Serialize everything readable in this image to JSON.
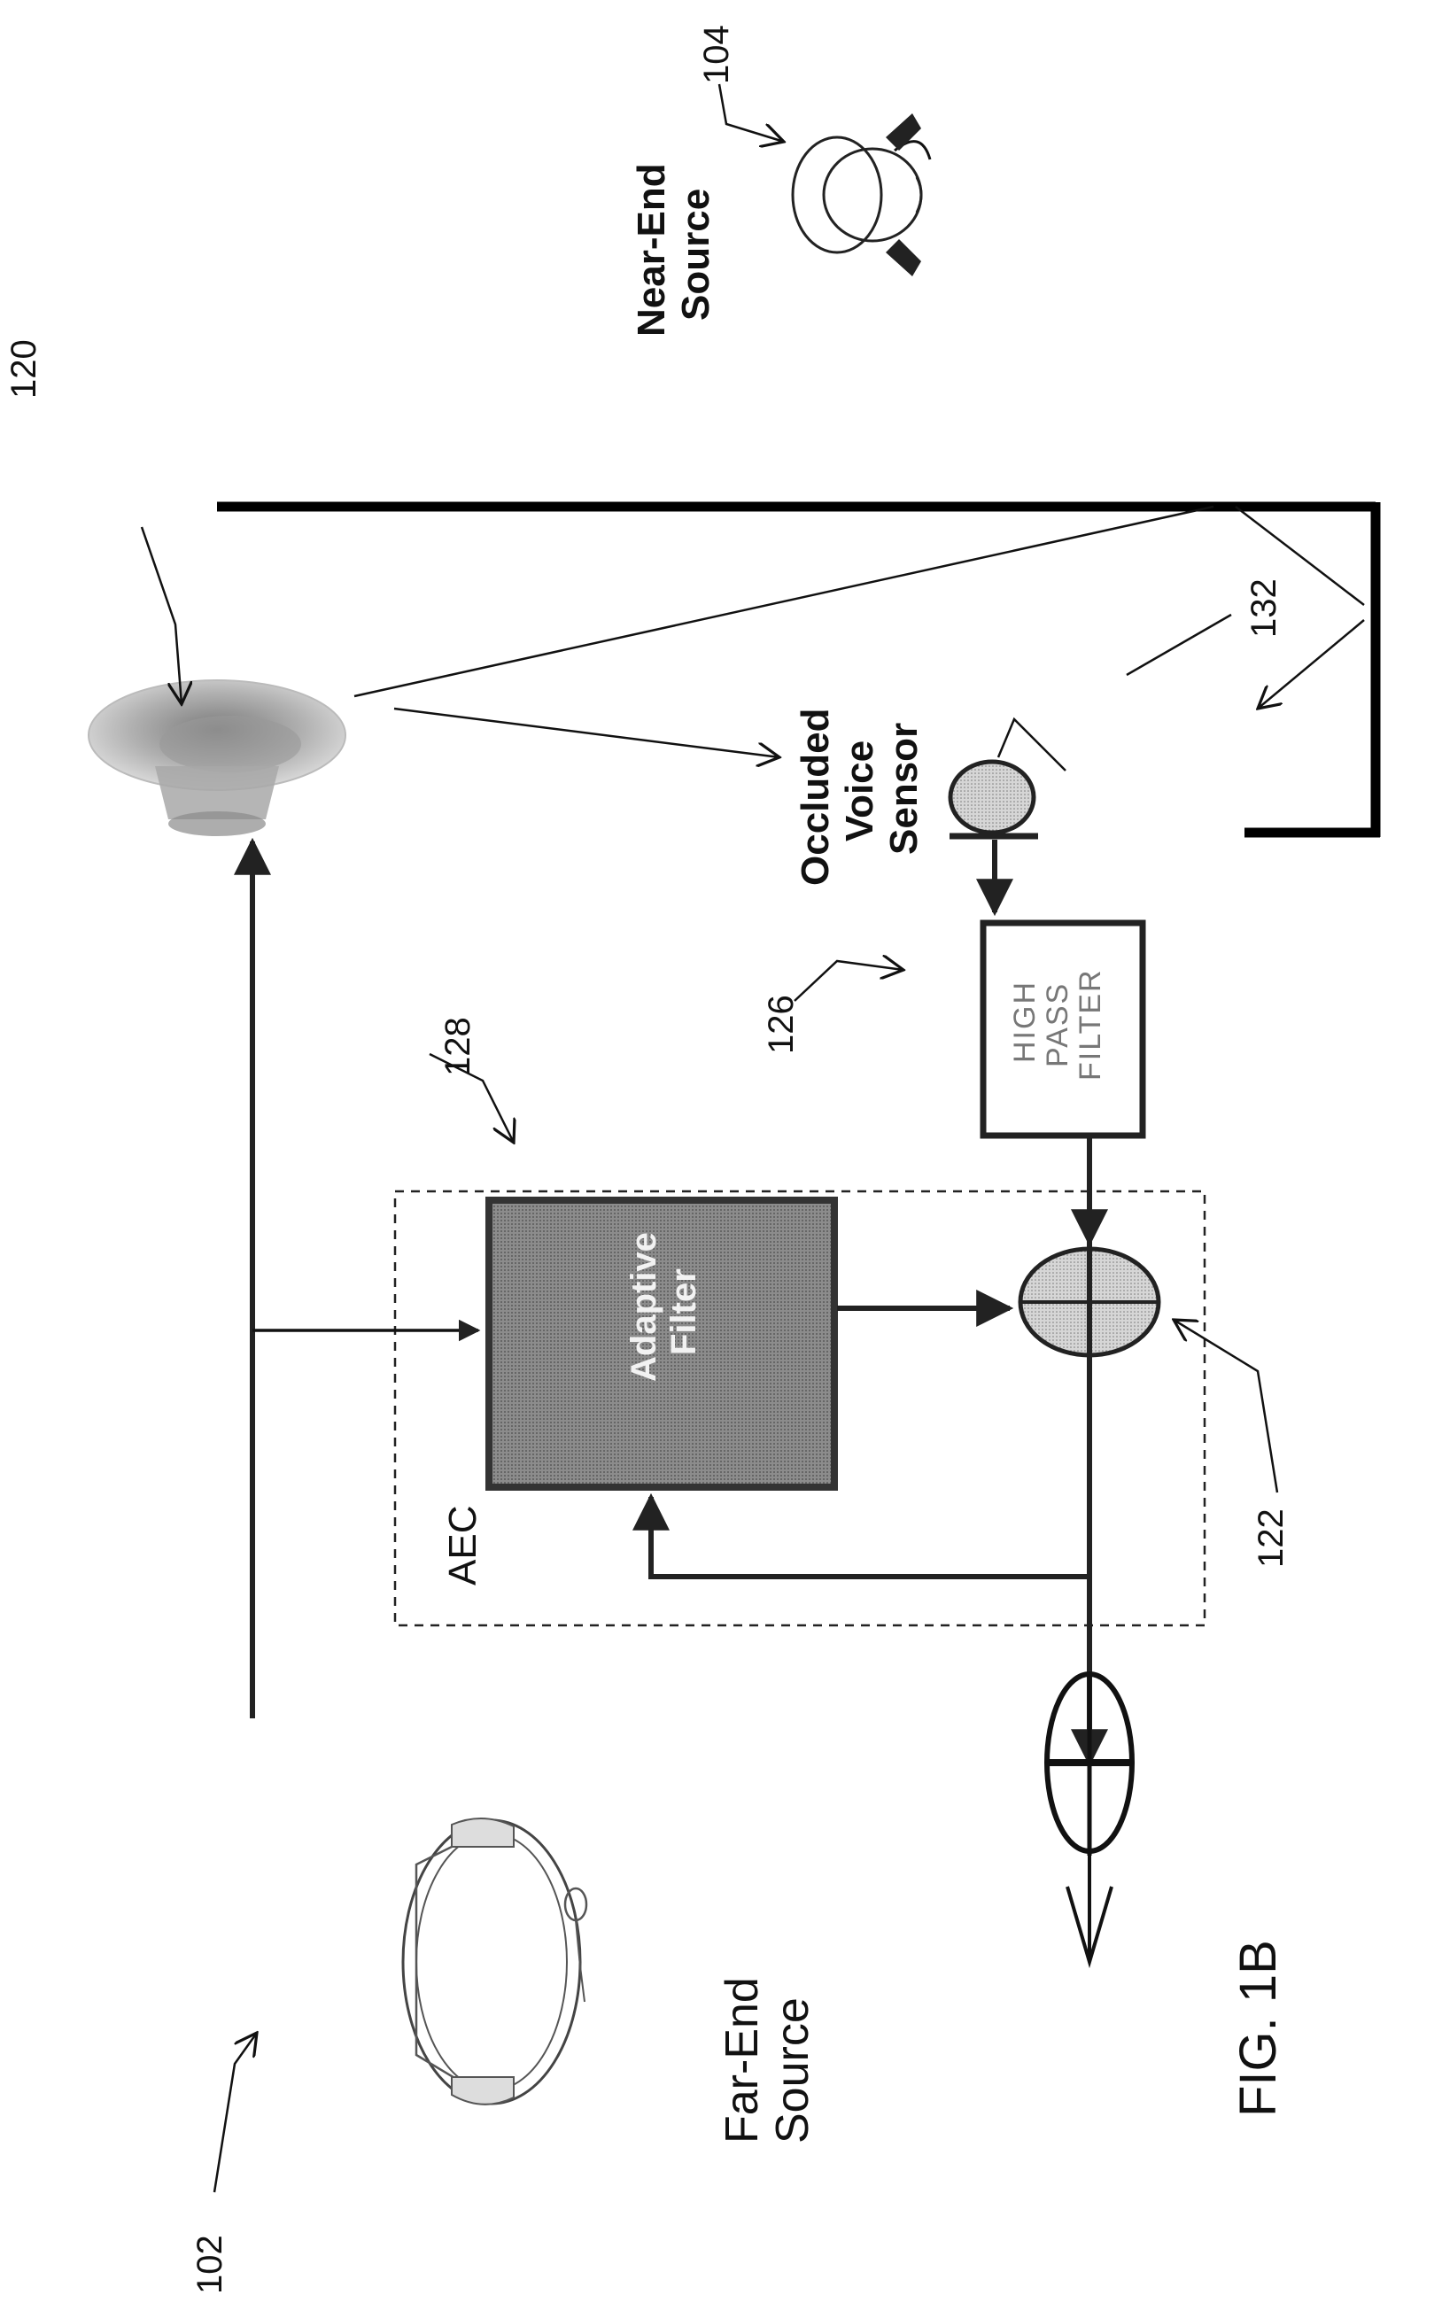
{
  "figure": {
    "caption": "FIG. 1B",
    "orientation": "rotated -90deg"
  },
  "sources": {
    "far_end": {
      "ref": "102",
      "line1": "Far-End",
      "line2": "Source"
    },
    "near_end": {
      "ref": "104",
      "line1": "Near-End",
      "line2": "Source"
    }
  },
  "components": {
    "speaker": {
      "ref": "120"
    },
    "summing_node": {
      "ref": "122"
    },
    "high_pass_filter": {
      "ref": "126",
      "line1": "HIGH",
      "line2": "PASS",
      "line3": "FILTER"
    },
    "adaptive_filter": {
      "ref": "128",
      "line1": "Adaptive",
      "line2": "Filter"
    },
    "aec_block": {
      "label": "AEC"
    },
    "occluded_voice_sensor": {
      "ref": "132",
      "line1": "Occluded",
      "line2": "Voice",
      "line3": "Sensor"
    }
  },
  "colors": {
    "ink": "#111111",
    "block_fill": "#8a8a8a",
    "node_fill": "#c8c8c8",
    "hpf_text": "#777777"
  }
}
